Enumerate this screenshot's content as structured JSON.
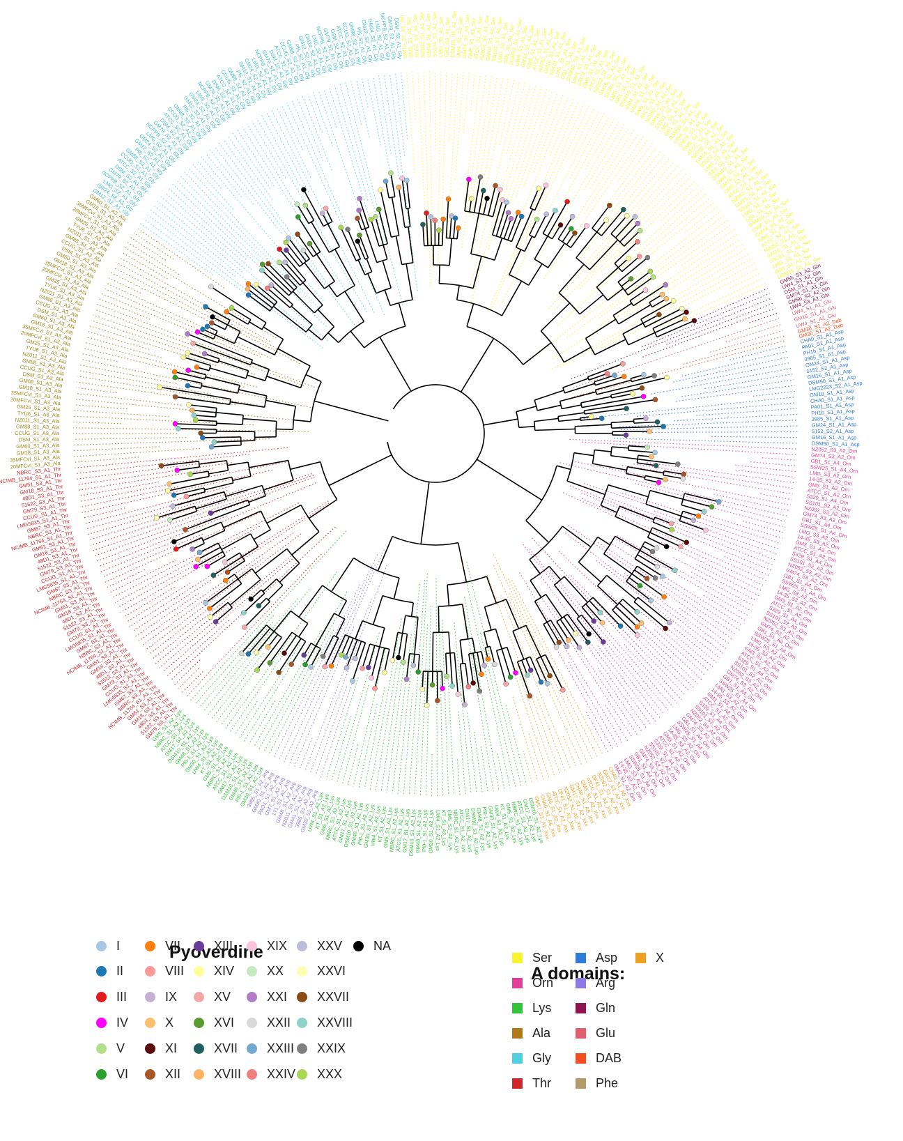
{
  "figure": {
    "a_domain_colors": {
      "Ser": "#f7f42f",
      "Orn": "#e0409b",
      "Lys": "#32c43a",
      "Ala": "#b07a1c",
      "Gly": "#4fd0e0",
      "Thr": "#d0262a",
      "Asp": "#2f7cd6",
      "Arg": "#8f7ae3",
      "Gln": "#8e1550",
      "Glu": "#e06070",
      "DAB": "#f05020",
      "Phe": "#b39a6a",
      "X": "#f0a020",
      "Gly_text": "#3fbfd0",
      "Ala_text": "#a08a1a"
    },
    "sector_label_samples": {
      "Asp": [
        "CHA0_S1_A1_Asp",
        "PA01_S1_A1_Asp",
        "PH1b_S1_A1_Asp",
        "3985_S1_A1_Asp",
        "GM24_S1_A1_Asp",
        "5152_S2_A1_Asp",
        "GM16_S1_A1_Asp",
        "DSM50_S1_A1_Asp",
        "LMG2223_S2_A1_Asp",
        "GM18_S1_A1_Asp"
      ],
      "Orn": [
        "NZ052_S3_A2_Orn",
        "GM74_S3_A2_Orn",
        "GB1_S1_A4_Orn",
        "SSW25_S1_A4_Orn",
        "LMG_S3_A2_Orn",
        "14-35_S3_A2_Orn",
        "GM3_S1_A2_Orn",
        "ATCC_S1_A2_Orn",
        "S329_S1_A4_Orn",
        "SS101_S2_A2_Orn"
      ],
      "Lys": [
        "DSM10_S1_A2_Lys",
        "GM17_S1_A2_Lys",
        "ATCC_S1_A2_Lys",
        "NBRC_S1_A2_Lys",
        "GM5_S1_A2_Lys",
        "KT_S1_A2_Lys",
        "UW4_S1_A2_Lys",
        "GM30_S1_A2_Lys",
        "Pf0-1_S1_A2_Lys",
        "GM48_S1_A2_Lys"
      ],
      "Thr": [
        "GM79_S3_A1_Thr",
        "51522_S3_A1_Thr",
        "48D1_S3_A1_Thr",
        "GM18_S3_A1_Thr",
        "GM51_S3_A1_Thr",
        "NCIMB_11764_S1_A1_Thr",
        "NBRC_S3_A1_Thr",
        "GM67_S3_A1_Thr",
        "LMG5835_S1_A1_Thr",
        "CCUG_S1_A1_Thr"
      ],
      "Ala": [
        "20MFCvI_S1_A3_Ala",
        "35MFCvI_S1_A3_Ala",
        "GM18_S1_A3_Ala",
        "GM60_S1_A3_Ala",
        "DSM_S1_A3_Ala",
        "CCUG_S1_A3_Ala",
        "GM88_S1_A3_Ala",
        "NZ011_S1_A3_Ala",
        "TYU6_S1_A3_Ala",
        "GM25_S1_A3_Ala"
      ],
      "Ser": [
        "GM74_S1_A1_Ser",
        "GM5_S1_A1_Ser",
        "ATCC_S1_A1_Ser",
        "NZ052_S1_A1_Ser",
        "GM16_S1_A1_Ser",
        "SS101_S1_A1_Ser",
        "LMG_S1_A1_Ser",
        "GB1_S1_A1_Ser",
        "DSM10_S1_A1_Ser",
        "UW4_S1_A1_Ser"
      ],
      "Gly": [
        "GM12_S2_A1_Gly",
        "GM24_S2_A1_Gly",
        "LMG_S2_A1_Gly",
        "NCPPB_S2_A1_Gly",
        "GM79_S2_A1_Gly",
        "DSM_S2_A1_Gly",
        "ATCC_S2_A1_Gly",
        "CCUG_S2_A1_Gly",
        "GM88_S2_A1_Gly",
        "Pf5_S2_A1_Gly"
      ],
      "Arg": [
        "GM30_S1_A2_Arg",
        "3985_S1_A2_Arg",
        "GM41_S1_A2_Arg",
        "NZ011_S1_A2_Arg",
        "GM48_S1_A2_Arg",
        "1T1_S1_A2_Arg",
        "GM7_S1_A2_Arg",
        "PAO1_S1_A2_Arg"
      ],
      "X": [
        "CHA0_S1_A5_Xxx",
        "GM17_S1_A2_Xxx",
        "NZ052_S1_A2_Xxx",
        "DF41_S1_A3_Xxx",
        "ATCC_S1_A2_Xxx",
        "GM5_S1_A2_Xxx"
      ],
      "Gln": [
        "GM5b_S3_A2_Gln",
        "UW4_S3_A2_Gln",
        "DSM_S1_A1_Gln",
        "GM74_S1_A1_Gln"
      ],
      "Glu": [
        "UW4_S1_A1_Glu",
        "GM16_S1_A1_Glu"
      ],
      "DAB": [
        "GM30_S1_A2_Dab"
      ]
    }
  },
  "pyoverdine_legend": {
    "title": "Pyoverdine",
    "items": [
      {
        "label": "I",
        "color": "#a6c8e4"
      },
      {
        "label": "II",
        "color": "#1f78b4"
      },
      {
        "label": "III",
        "color": "#e31a1c"
      },
      {
        "label": "IV",
        "color": "#ff00ff"
      },
      {
        "label": "V",
        "color": "#b2df8a"
      },
      {
        "label": "VI",
        "color": "#2ca02c"
      },
      {
        "label": "VII",
        "color": "#ff7f0e"
      },
      {
        "label": "VIII",
        "color": "#fb9a99"
      },
      {
        "label": "IX",
        "color": "#c5b0d5"
      },
      {
        "label": "X",
        "color": "#fdbf6f"
      },
      {
        "label": "XI",
        "color": "#5a0a0a"
      },
      {
        "label": "XII",
        "color": "#a65628"
      },
      {
        "label": "XIII",
        "color": "#6a3d9a"
      },
      {
        "label": "XIV",
        "color": "#ffff99"
      },
      {
        "label": "XV",
        "color": "#f4a9a8"
      },
      {
        "label": "XVI",
        "color": "#5a9a30"
      },
      {
        "label": "XVII",
        "color": "#1f5f5f"
      },
      {
        "label": "XVIII",
        "color": "#fdb462"
      },
      {
        "label": "XIX",
        "color": "#fbc4de"
      },
      {
        "label": "XX",
        "color": "#c7e9c0"
      },
      {
        "label": "XXI",
        "color": "#b07cc6"
      },
      {
        "label": "XXII",
        "color": "#d9d9d9"
      },
      {
        "label": "XXIII",
        "color": "#74a9cf"
      },
      {
        "label": "XXIV",
        "color": "#f08080"
      },
      {
        "label": "XXV",
        "color": "#bcbddc"
      },
      {
        "label": "XXVI",
        "color": "#ffffb3"
      },
      {
        "label": "XXVII",
        "color": "#8c4a14"
      },
      {
        "label": "XXVIII",
        "color": "#8dd3c7"
      },
      {
        "label": "XXIX",
        "color": "#7f7f7f"
      },
      {
        "label": "XXX",
        "color": "#a6d854"
      },
      {
        "label": "NA",
        "color": "#000000"
      }
    ]
  },
  "a_domain_legend": {
    "title": "A domains:",
    "items": [
      {
        "label": "Ser",
        "color": "#f7f42f"
      },
      {
        "label": "Orn",
        "color": "#e0409b"
      },
      {
        "label": "Lys",
        "color": "#32c43a"
      },
      {
        "label": "Ala",
        "color": "#b07a1c"
      },
      {
        "label": "Gly",
        "color": "#4fd0e0"
      },
      {
        "label": "Thr",
        "color": "#d0262a"
      },
      {
        "label": "Asp",
        "color": "#2f7cd6"
      },
      {
        "label": "Arg",
        "color": "#8f7ae3"
      },
      {
        "label": "Gln",
        "color": "#8e1550"
      },
      {
        "label": "Glu",
        "color": "#e06070"
      },
      {
        "label": "DAB",
        "color": "#f05020"
      },
      {
        "label": "Phe",
        "color": "#b39a6a"
      },
      {
        "label": "X",
        "color": "#f0a020"
      }
    ]
  }
}
